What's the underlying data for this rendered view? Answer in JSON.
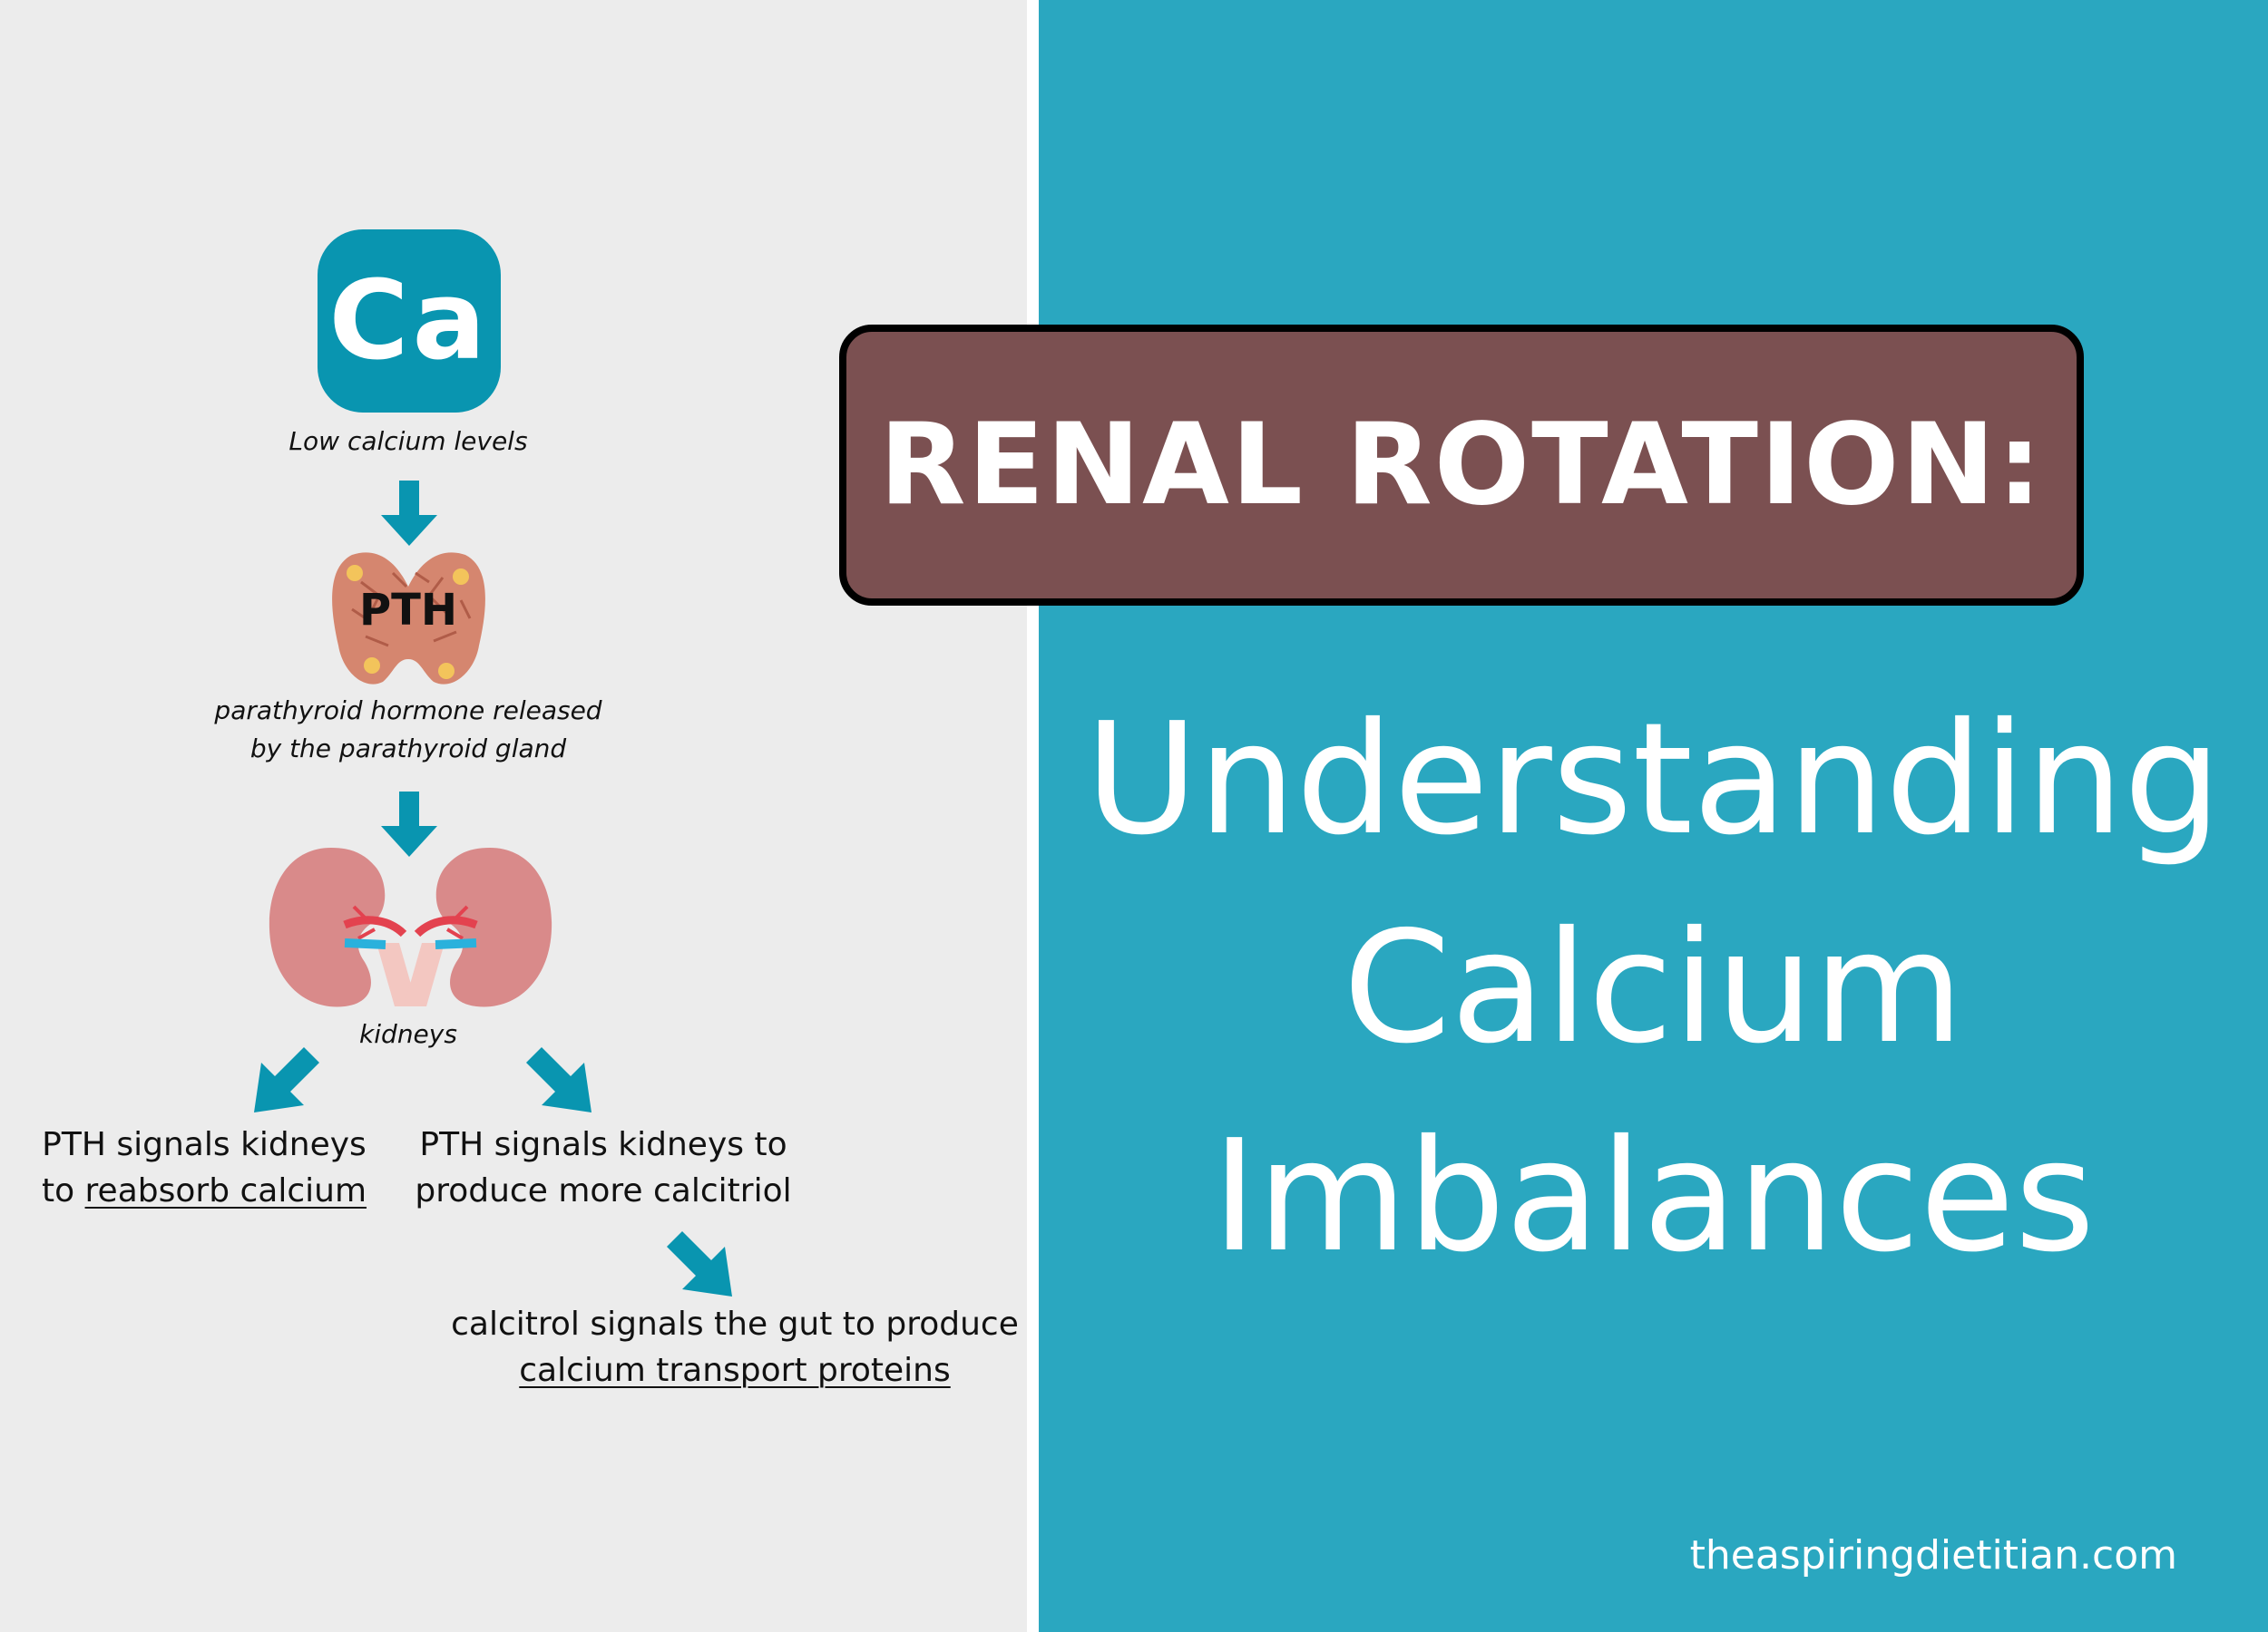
{
  "left": {
    "element_symbol": "Ca",
    "low_calcium": "Low calcium levels",
    "pth_label": "PTH",
    "pth_caption_line1": "parathyroid hormone released",
    "pth_caption_line2": "by the parathyroid gland",
    "kidneys": "kidneys",
    "reabsorb_line1": "PTH signals kidneys",
    "reabsorb_line2_prefix": "to ",
    "reabsorb_line2_link": "reabsorb calcium",
    "calcitriol_line1": "PTH signals kidneys to",
    "calcitriol_line2": "produce more calcitriol",
    "gut_line1": "calcitrol signals the gut to produce",
    "gut_line2": "calcium transport proteins"
  },
  "right": {
    "title": "RENAL ROTATION:",
    "subtitle_line1": "Understanding",
    "subtitle_line2": "Calcium",
    "subtitle_line3": "Imbalances",
    "website": "theaspiringdietitian.com"
  },
  "colors": {
    "left_bg": "#ececec",
    "right_bg": "#2aa7c0",
    "accent": "#0995b0",
    "title_box": "#7b5051",
    "kidney": "#d98a8a",
    "thyroid": "#d5866f"
  },
  "icons": [
    "down-arrow-icon",
    "parathyroid-gland-icon",
    "kidneys-icon"
  ]
}
